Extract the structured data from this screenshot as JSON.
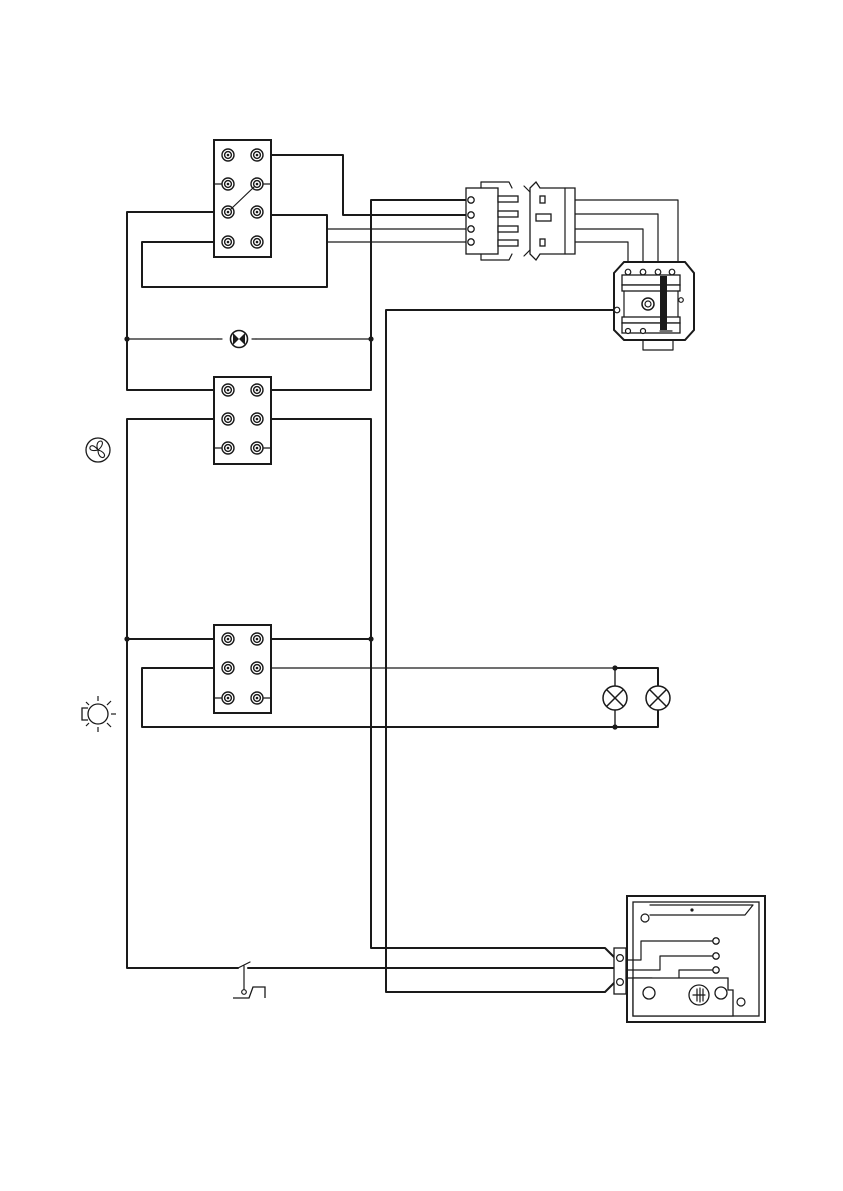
{
  "diagram": {
    "colors": {
      "line": "#1a1a1a",
      "background": "#ffffff"
    },
    "icons": [
      "fan-icon",
      "light-bulb-icon",
      "pilot-lamp-icon",
      "lamp-icon",
      "door-switch-icon"
    ],
    "components": [
      "top-selector-switch",
      "fan-switch",
      "light-switch",
      "connector-plug",
      "connector-socket",
      "fan-motor",
      "pilot-lamp",
      "lamp-left",
      "lamp-right",
      "door-switch",
      "control-board"
    ]
  }
}
